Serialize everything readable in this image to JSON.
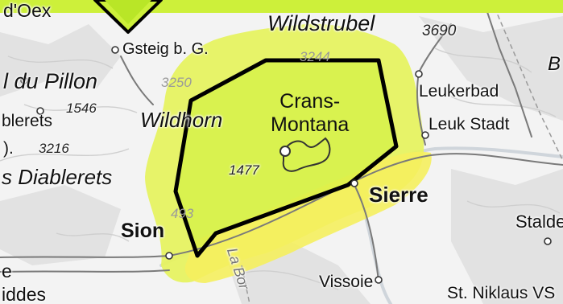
{
  "map": {
    "colors": {
      "highlight_main": "#cdf03a",
      "highlight_halo": "#e6f261",
      "highlight_band": "#f5ef5e",
      "outline": "#000000",
      "terrain": "#f3f3f3",
      "roads": "#7a7a7a",
      "rivers": "#cfd5db"
    },
    "region": {
      "name_line1": "Crans-",
      "name_line2": "Montana"
    },
    "places": {
      "gsteig": "Gsteig b. G.",
      "leukerbad": "Leukerbad",
      "leuk_stadt": "Leuk Stadt",
      "sion": "Sion",
      "sierre": "Sierre",
      "vissoie": "Vissoie",
      "stalden": "Stalde",
      "st_niklaus": "St. Niklaus VS",
      "chateau_doex": "d'Oex",
      "diablerets_village": "blerets",
      "liddes": "iddes",
      "le_partial": "e"
    },
    "terrain_labels": {
      "wildstrubel": "Wildstrubel",
      "wildhorn": "Wildhorn",
      "col_du_pillon": "l du Pillon",
      "diablerets": "s Diablerets",
      "b_partial": "B",
      "o_partial": ").",
      "la_borgne": "La Bor"
    },
    "elevations": {
      "wildstrubel": "3690",
      "e3244": "3244",
      "e3250": "3250",
      "e1546": "1546",
      "e3216": "3216",
      "e1477": "1477",
      "e493": "493"
    },
    "icons": {
      "pin": "map-pin-icon",
      "summit": "summit-icon"
    }
  }
}
